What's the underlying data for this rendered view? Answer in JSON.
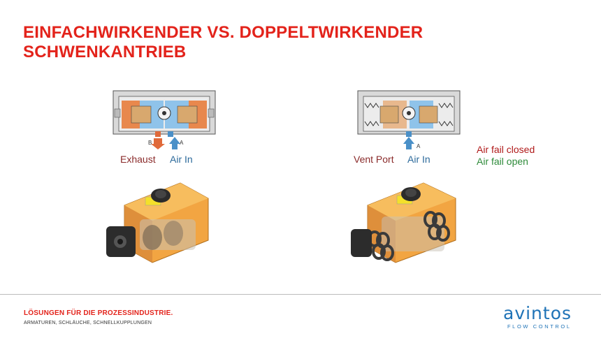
{
  "title": {
    "line1": "EINFACHWIRKENDER VS. DOPPELTWIRKENDER",
    "line2": "SCHWENKANTRIEB"
  },
  "left": {
    "port_b": "B",
    "port_a": "A",
    "exhaust_label": "Exhaust",
    "air_in_label": "Air In"
  },
  "right": {
    "port_a": "A",
    "vent_label": "Vent Port",
    "air_in_label": "Air In",
    "fail_closed": "Air fail closed",
    "fail_open": "Air fail open"
  },
  "footer": {
    "tagline": "LÖSUNGEN FÜR DIE PROZESSINDUSTRIE.",
    "subline": "ARMATUREN, SCHLÄUCHE, SCHNELLKUPPLUNGEN"
  },
  "logo": {
    "word": "avintos",
    "sub": "FLOW CONTROL"
  },
  "colors": {
    "brand_red": "#e3231b",
    "brand_blue": "#1f73b7",
    "exhaust": "#e06a3a",
    "air": "#4a90c8"
  }
}
